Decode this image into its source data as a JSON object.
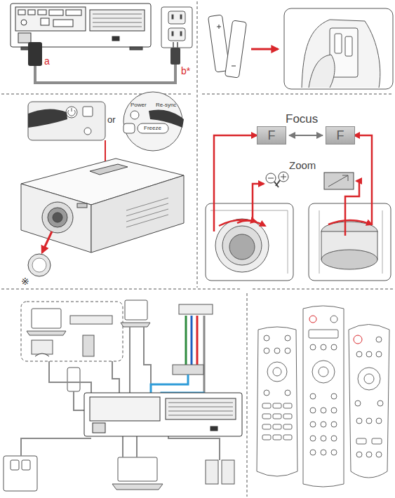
{
  "diagram": {
    "nodes": [
      {
        "text": [
          "F"
        ]
      },
      {
        "text": [
          "F"
        ]
      }
    ],
    "edges": [
      {
        "from": 0,
        "to": 1,
        "arrow": "both"
      }
    ],
    "labels": [
      "a",
      "b*",
      "or",
      "Power",
      "Re-sync",
      "Freeze",
      "※",
      "Focus",
      "Zoom"
    ]
  }
}
